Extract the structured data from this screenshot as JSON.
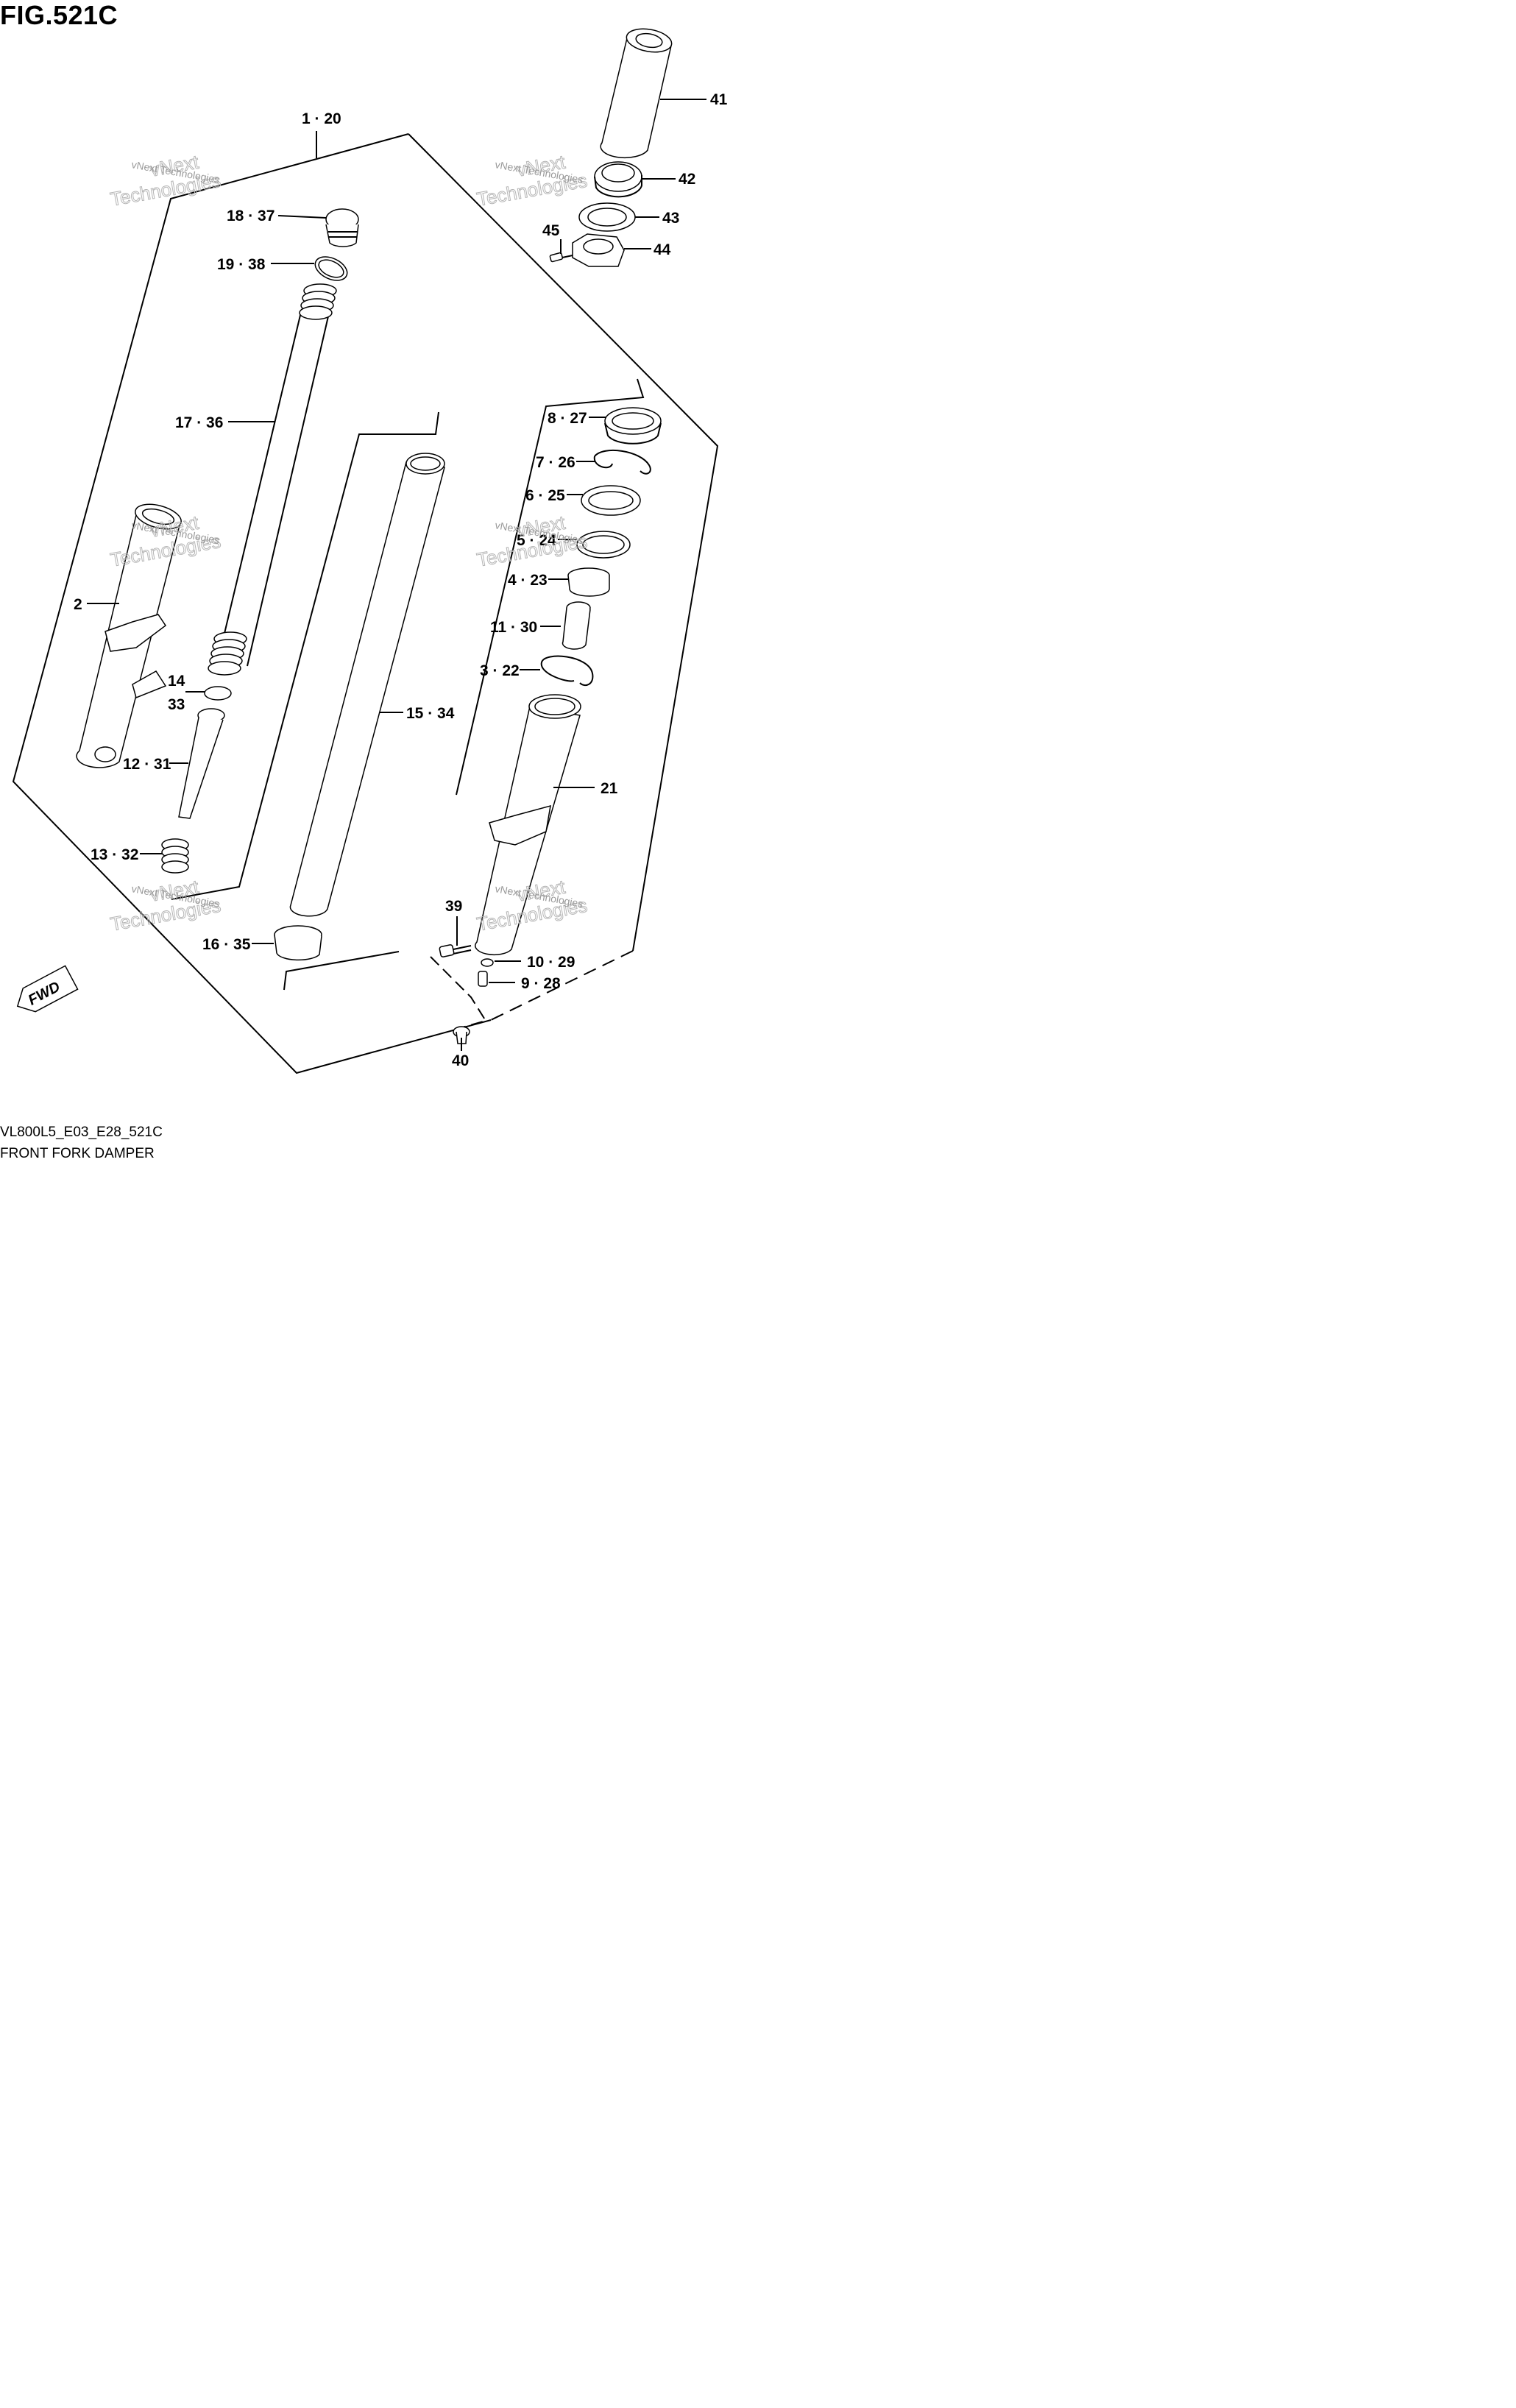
{
  "figure": {
    "title": "FIG.521C",
    "model_code": "VL800L5_E03_E28_521C",
    "caption": "FRONT FORK DAMPER"
  },
  "direction_badge": "FWD",
  "watermark": {
    "line1": "vNext",
    "line2": "Technologies",
    "small": "vNext Technologies"
  },
  "callouts": [
    {
      "id": "c-1-20",
      "label": "1 · 20"
    },
    {
      "id": "c-41",
      "label": "41"
    },
    {
      "id": "c-42",
      "label": "42"
    },
    {
      "id": "c-43",
      "label": "43"
    },
    {
      "id": "c-44",
      "label": "44"
    },
    {
      "id": "c-45",
      "label": "45"
    },
    {
      "id": "c-18-37",
      "label": "18 · 37"
    },
    {
      "id": "c-19-38",
      "label": "19 · 38"
    },
    {
      "id": "c-17-36",
      "label": "17 · 36"
    },
    {
      "id": "c-2",
      "label": "2"
    },
    {
      "id": "c-14",
      "label": "14"
    },
    {
      "id": "c-33",
      "label": "33"
    },
    {
      "id": "c-12-31",
      "label": "12 · 31"
    },
    {
      "id": "c-13-32",
      "label": "13 · 32"
    },
    {
      "id": "c-15-34",
      "label": "15 · 34"
    },
    {
      "id": "c-16-35",
      "label": "16 · 35"
    },
    {
      "id": "c-8-27",
      "label": "8 · 27"
    },
    {
      "id": "c-7-26",
      "label": "7 · 26"
    },
    {
      "id": "c-6-25",
      "label": "6 · 25"
    },
    {
      "id": "c-5-24",
      "label": "5 · 24"
    },
    {
      "id": "c-4-23",
      "label": "4 · 23"
    },
    {
      "id": "c-11-30",
      "label": "11 · 30"
    },
    {
      "id": "c-3-22",
      "label": "3 · 22"
    },
    {
      "id": "c-21",
      "label": "21"
    },
    {
      "id": "c-39",
      "label": "39"
    },
    {
      "id": "c-10-29",
      "label": "10 · 29"
    },
    {
      "id": "c-9-28",
      "label": "9 · 28"
    },
    {
      "id": "c-40",
      "label": "40"
    }
  ]
}
